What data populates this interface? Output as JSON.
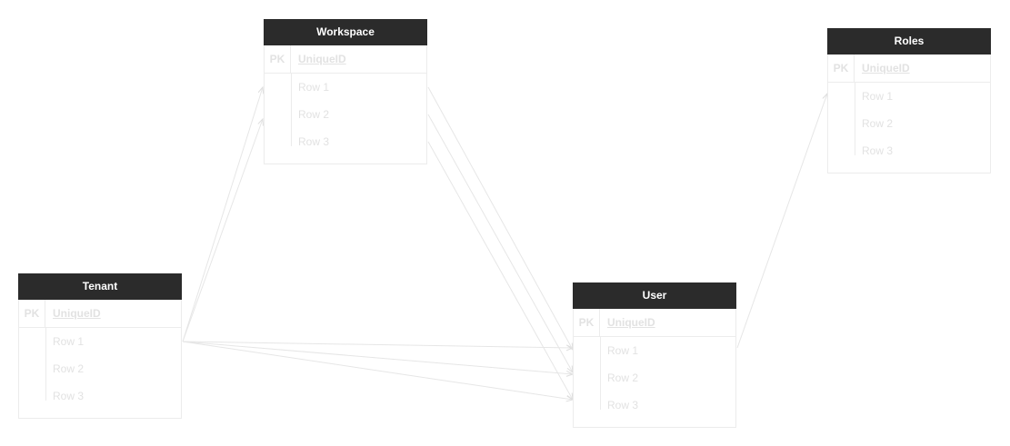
{
  "entities": {
    "workspace": {
      "title": "Workspace",
      "pk": "PK",
      "key": "UniqueID",
      "rows": [
        "Row 1",
        "Row 2",
        "Row 3"
      ]
    },
    "roles": {
      "title": "Roles",
      "pk": "PK",
      "key": "UniqueID",
      "rows": [
        "Row 1",
        "Row 2",
        "Row 3"
      ]
    },
    "tenant": {
      "title": "Tenant",
      "pk": "PK",
      "key": "UniqueID",
      "rows": [
        "Row 1",
        "Row 2",
        "Row 3"
      ]
    },
    "user": {
      "title": "User",
      "pk": "PK",
      "key": "UniqueID",
      "rows": [
        "Row 1",
        "Row 2",
        "Row 3"
      ]
    }
  },
  "relationships": [
    {
      "from": "Tenant",
      "to": "Workspace"
    },
    {
      "from": "Tenant",
      "to": "User"
    },
    {
      "from": "Workspace",
      "to": "User"
    },
    {
      "from": "User",
      "to": "Roles"
    }
  ],
  "colors": {
    "header_bg": "#2b2b2b",
    "header_text": "#ffffff",
    "line": "#e6e6e6",
    "faint_text": "#e2e2e2"
  }
}
